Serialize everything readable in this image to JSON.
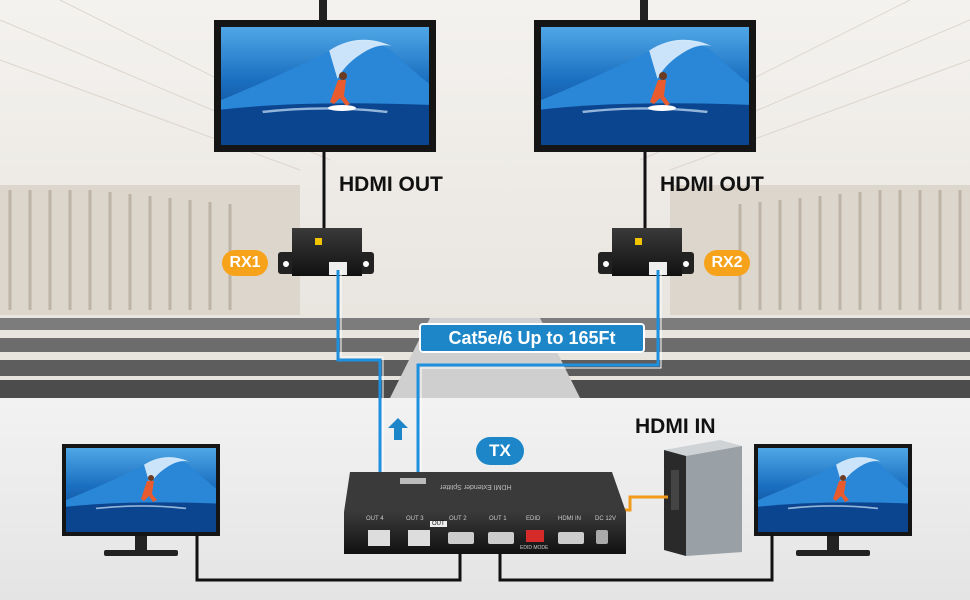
{
  "labels": {
    "hdmi_out_left": "HDMI OUT",
    "hdmi_out_right": "HDMI OUT",
    "rx1": "RX1",
    "rx2": "RX2",
    "cable_spec": "Cat5e/6 Up to 165Ft",
    "tx": "TX",
    "hdmi_in": "HDMI IN"
  },
  "device": {
    "top_label": "HDMI Extender Splitter",
    "ports": [
      "OUT 4",
      "OUT 3",
      "OUT 2",
      "OUT 1",
      "EDID",
      "HDMI IN",
      "DC 12V"
    ],
    "edid_mode": "EDID MODE",
    "out_tag": "OUT"
  },
  "colors": {
    "accent_orange": "#f7a21b",
    "accent_blue": "#1c86c9",
    "cable_blue": "#1e90e0",
    "cable_black": "#111111",
    "cable_orange": "#f29a1a"
  },
  "icons": [
    "tv-icon",
    "wave-surfer-icon",
    "receiver-box-icon",
    "splitter-box-icon",
    "pc-tower-icon",
    "up-arrow-icon",
    "rj45-port-icon",
    "hdmi-port-icon"
  ]
}
